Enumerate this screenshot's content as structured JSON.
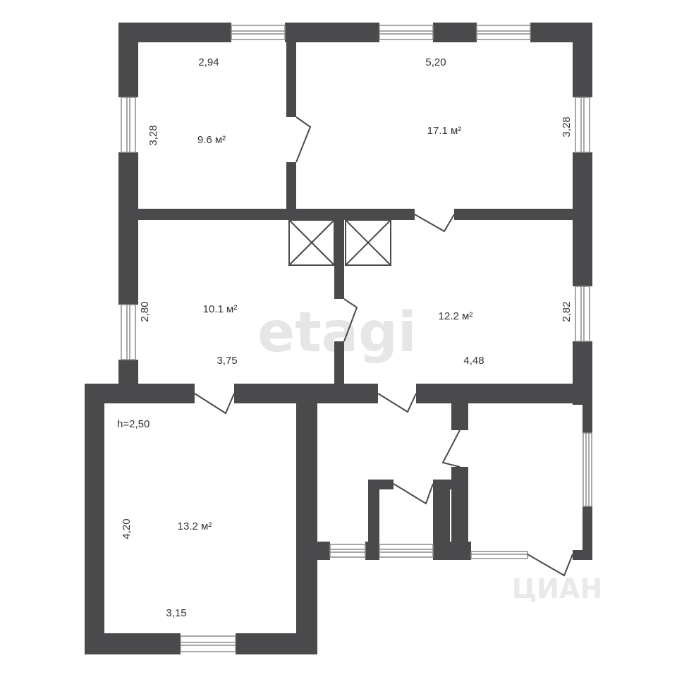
{
  "colors": {
    "wall": "#4a4a4c",
    "window": "#8c8c8c",
    "text": "#333333",
    "watermark": "#e6e6e6",
    "background": "#ffffff"
  },
  "watermark": {
    "center_text": "etagi",
    "corner_text": "ЦИАН"
  },
  "height_note": "h=2,50",
  "rooms": [
    {
      "name": "room-top-left",
      "area": "9.6 м²",
      "width": "2,94",
      "depth": "3,28"
    },
    {
      "name": "room-top-right",
      "area": "17.1 м²",
      "width": "5,20",
      "depth": "3,28"
    },
    {
      "name": "room-middle-left",
      "area": "10.1 м²",
      "width": "3,75",
      "depth": "2,80"
    },
    {
      "name": "room-middle-right",
      "area": "12.2 м²",
      "width": "4,48",
      "depth": "2,82"
    },
    {
      "name": "room-bottom-left",
      "area": "13.2 м²",
      "width": "3,15",
      "depth": "4,20"
    }
  ]
}
